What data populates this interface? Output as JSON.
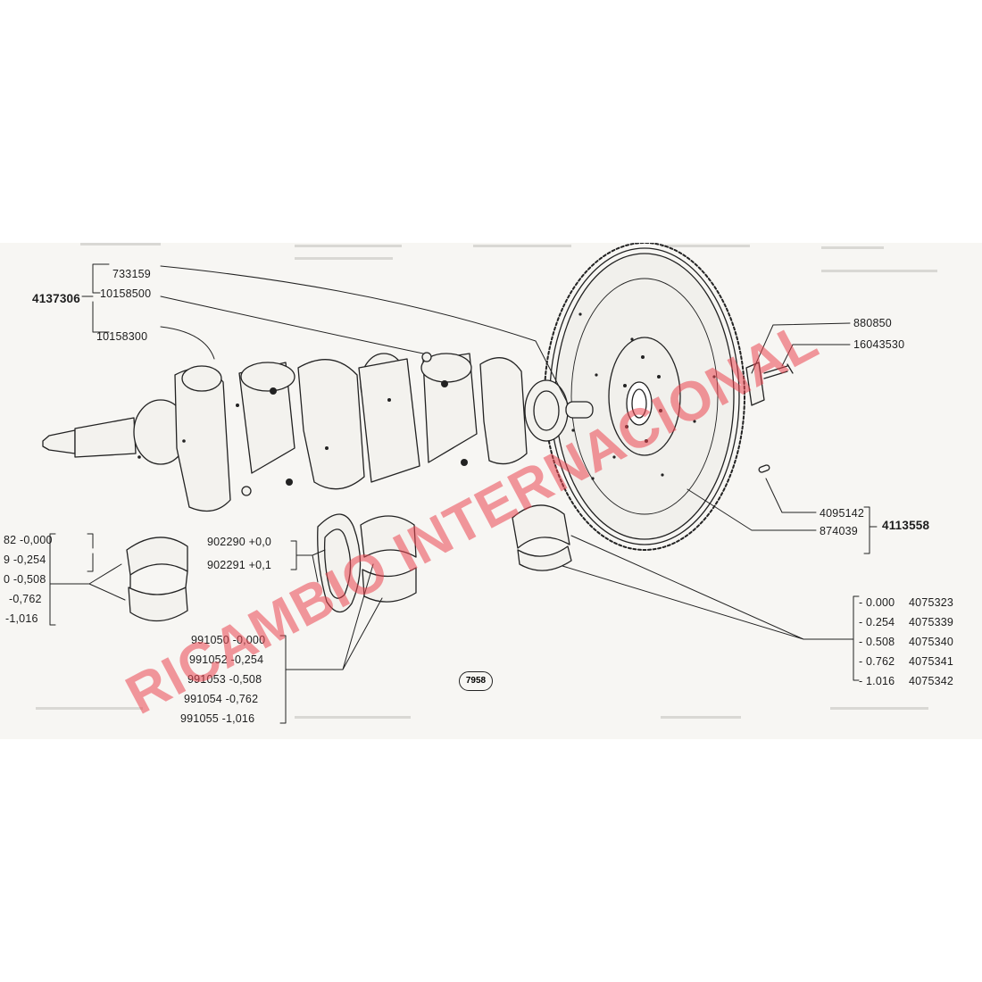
{
  "diagram": {
    "main_assembly": {
      "number": "4137306",
      "parts": [
        "733159",
        "10158500",
        "10158300"
      ]
    },
    "flywheel_bolt": "880850",
    "flywheel_screw": "16043530",
    "flywheel_pin": "4095142",
    "flywheel_ring": "874039",
    "flywheel_assembly": "4113558",
    "rod_bearings_left": [
      "82 -0,000",
      "9 -0,254",
      "0 -0,508",
      "-0,762",
      "-1,016"
    ],
    "thrust_washers": [
      "902290 +0,0",
      "902291 +0,1"
    ],
    "main_bearings_center": [
      "991050 -0,000",
      "991052 -0,254",
      "991053 -0,508",
      "991054 -0,762",
      "991055 -1,016"
    ],
    "main_bearings_right": [
      {
        "size": "- 0.000",
        "code": "4075323"
      },
      {
        "size": "- 0.254",
        "code": "4075339"
      },
      {
        "size": "- 0.508",
        "code": "4075340"
      },
      {
        "size": "- 0.762",
        "code": "4075341"
      },
      {
        "size": "- 1.016",
        "code": "4075342"
      }
    ],
    "figure_number": "7958",
    "watermark": "RICAMBIO INTERNACIONAL"
  }
}
